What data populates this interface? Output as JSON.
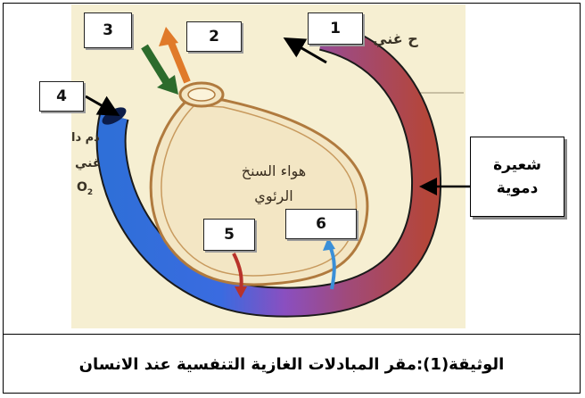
{
  "caption": "الوثيقة(1):مقر المبادلات الغازية التنفسية عند الانسان",
  "callout": {
    "line1": "شعيرة",
    "line2": "دموية"
  },
  "alveolus_label": {
    "line1": "هواء السنخ",
    "line2": "الرئوي"
  },
  "number_labels": {
    "n1": "1",
    "n2": "2",
    "n3": "3",
    "n4": "4",
    "n5": "5",
    "n6": "6"
  },
  "background_text": {
    "top_right": "ح غني",
    "left_line1": "دم دا",
    "left_line2": "غني",
    "left_line3": "O",
    "left_sub": "2"
  },
  "colors": {
    "background": "#f6efd2",
    "capillary_arterial": "#b4463a",
    "capillary_venous": "#2f6fd8",
    "capillary_mixed": "#8a4fc0",
    "alveolus_wall": "#b07a3e",
    "arrow_o2_in": "#2c6b2c",
    "arrow_co2_out": "#e07a2a",
    "arrow_5": "#b8322a",
    "arrow_6": "#3a8fd8"
  }
}
